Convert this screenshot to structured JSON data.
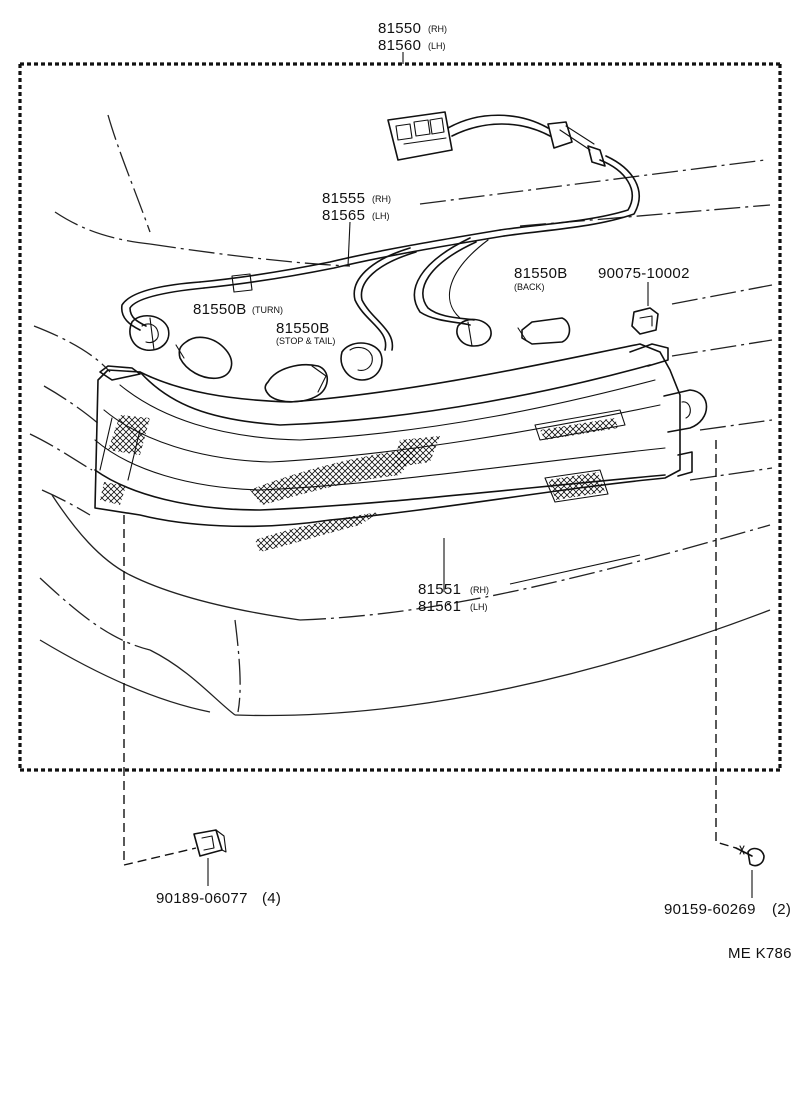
{
  "labels": {
    "assembly": {
      "rh": "81550",
      "rh_tag": "(RH)",
      "lh": "81560",
      "lh_tag": "(LH)"
    },
    "harness": {
      "rh": "81555",
      "rh_tag": "(RH)",
      "lh": "81565",
      "lh_tag": "(LH)"
    },
    "bulb_turn": {
      "part": "81550B",
      "tag": "(TURN)"
    },
    "bulb_stop_tail": {
      "part": "81550B",
      "tag": "(STOP & TAIL)"
    },
    "bulb_back": {
      "part": "81550B",
      "tag": "(BACK)"
    },
    "clip_top": {
      "part": "90075-10002"
    },
    "lens_housing": {
      "rh": "81551",
      "rh_tag": "(RH)",
      "lh": "81561",
      "lh_tag": "(LH)"
    },
    "nut_left": {
      "part": "90189-06077",
      "qty": "(4)"
    },
    "screw_right": {
      "part": "90159-60269",
      "qty": "(2)"
    },
    "diagram_code": "ME K786"
  }
}
